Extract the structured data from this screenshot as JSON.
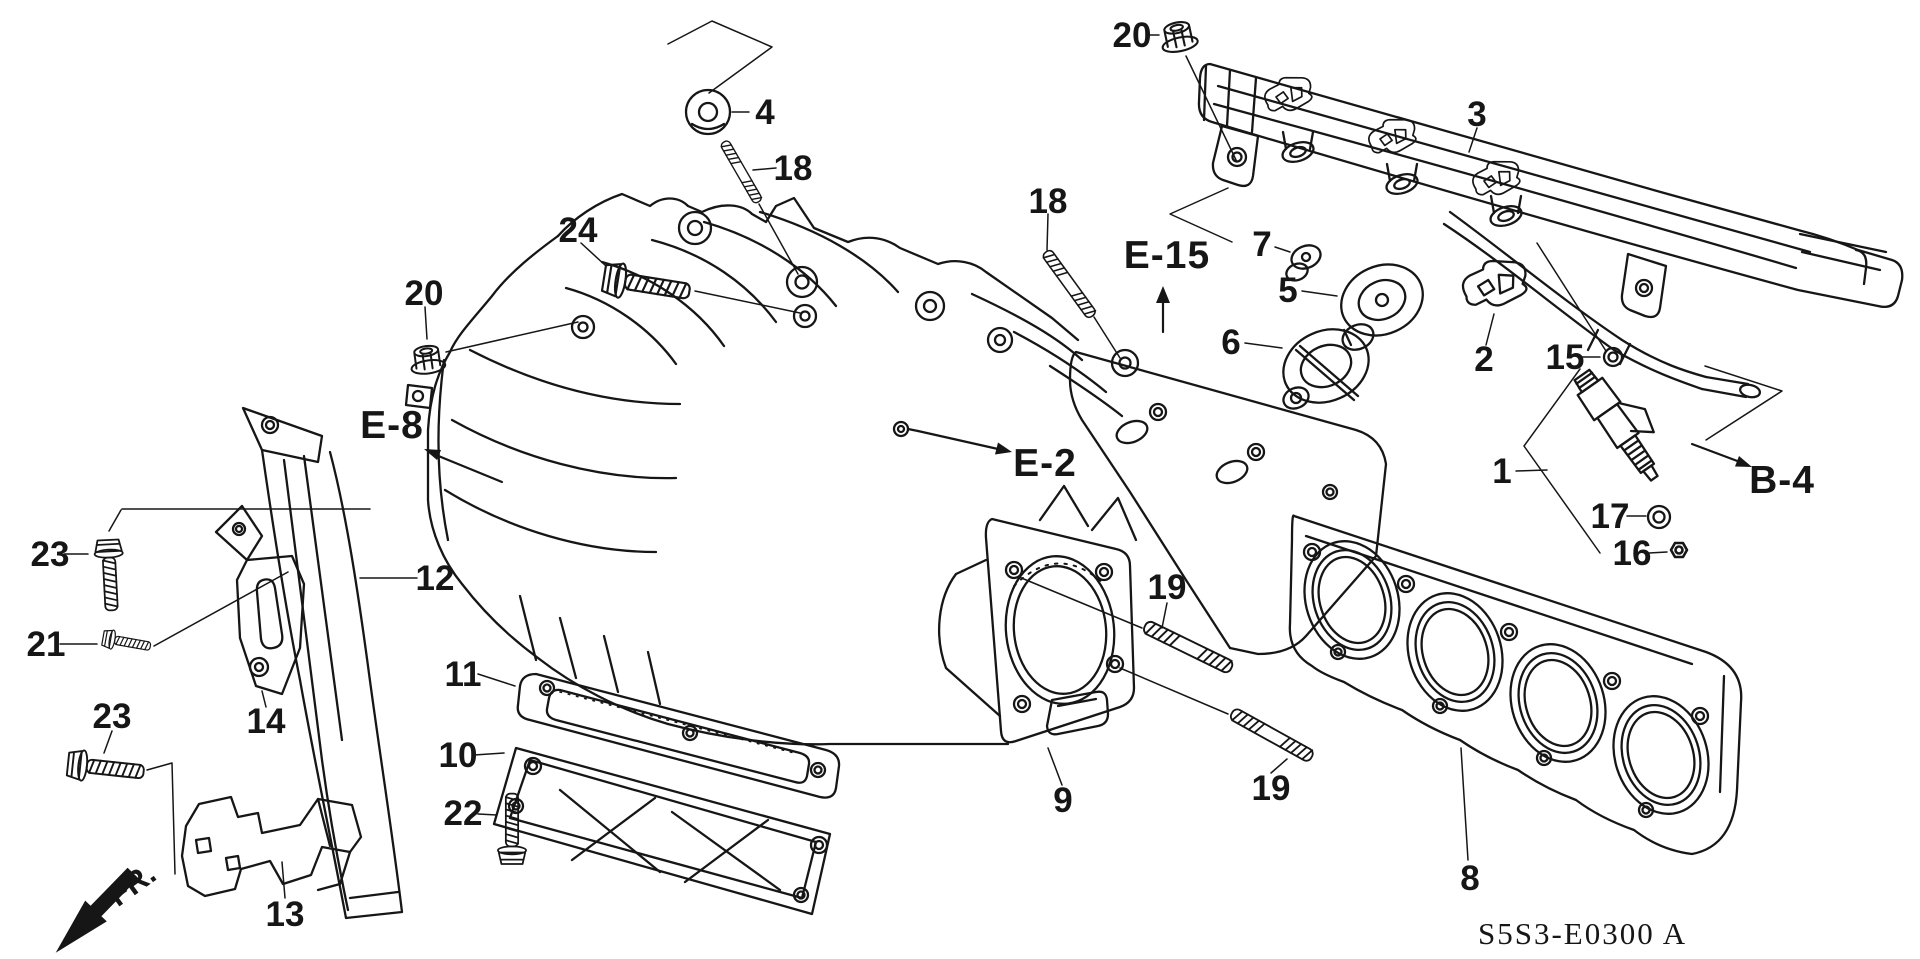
{
  "diagram": {
    "description": "Exploded parts diagram - intake manifold",
    "background_color": "#ffffff",
    "line_color": "#161616",
    "code": "S5S3-E0300 A",
    "direction_indicator": "FR.",
    "callouts": [
      {
        "id": "20-fuel-rail-nut",
        "text": "20"
      },
      {
        "id": "4-grommet",
        "text": "4"
      },
      {
        "id": "18-stud-left",
        "text": "18"
      },
      {
        "id": "24-bolt",
        "text": "24"
      },
      {
        "id": "20-manifold-nut",
        "text": "20"
      },
      {
        "id": "18-stud-right",
        "text": "18"
      },
      {
        "id": "3-fuel-rail",
        "text": "3"
      },
      {
        "id": "7-damper",
        "text": "7"
      },
      {
        "id": "5-pressure-regulator",
        "text": "5"
      },
      {
        "id": "6-vacuum-actuator",
        "text": "6"
      },
      {
        "id": "2-injector-clip",
        "text": "2"
      },
      {
        "id": "15-o-ring-upper",
        "text": "15"
      },
      {
        "id": "1-fuel-injector",
        "text": "1"
      },
      {
        "id": "17-seal-ring",
        "text": "17"
      },
      {
        "id": "16-cushion-ring",
        "text": "16"
      },
      {
        "id": "23-bolt-upper",
        "text": "23"
      },
      {
        "id": "21-bolt",
        "text": "21"
      },
      {
        "id": "23-bolt-lower",
        "text": "23"
      },
      {
        "id": "14-bracket",
        "text": "14"
      },
      {
        "id": "12-bracket-stay",
        "text": "12"
      },
      {
        "id": "13-bracket",
        "text": "13"
      },
      {
        "id": "11-chamber-gasket",
        "text": "11"
      },
      {
        "id": "10-chamber-cover",
        "text": "10"
      },
      {
        "id": "22-bolt",
        "text": "22"
      },
      {
        "id": "9-throttle-gasket",
        "text": "9"
      },
      {
        "id": "19-stud-upper",
        "text": "19"
      },
      {
        "id": "19-stud-lower",
        "text": "19"
      },
      {
        "id": "8-manifold-gasket",
        "text": "8"
      }
    ],
    "references": [
      {
        "id": "e8",
        "text": "E-8"
      },
      {
        "id": "e2",
        "text": "E-2"
      },
      {
        "id": "e15",
        "text": "E-15"
      },
      {
        "id": "b4",
        "text": "B-4"
      }
    ]
  }
}
